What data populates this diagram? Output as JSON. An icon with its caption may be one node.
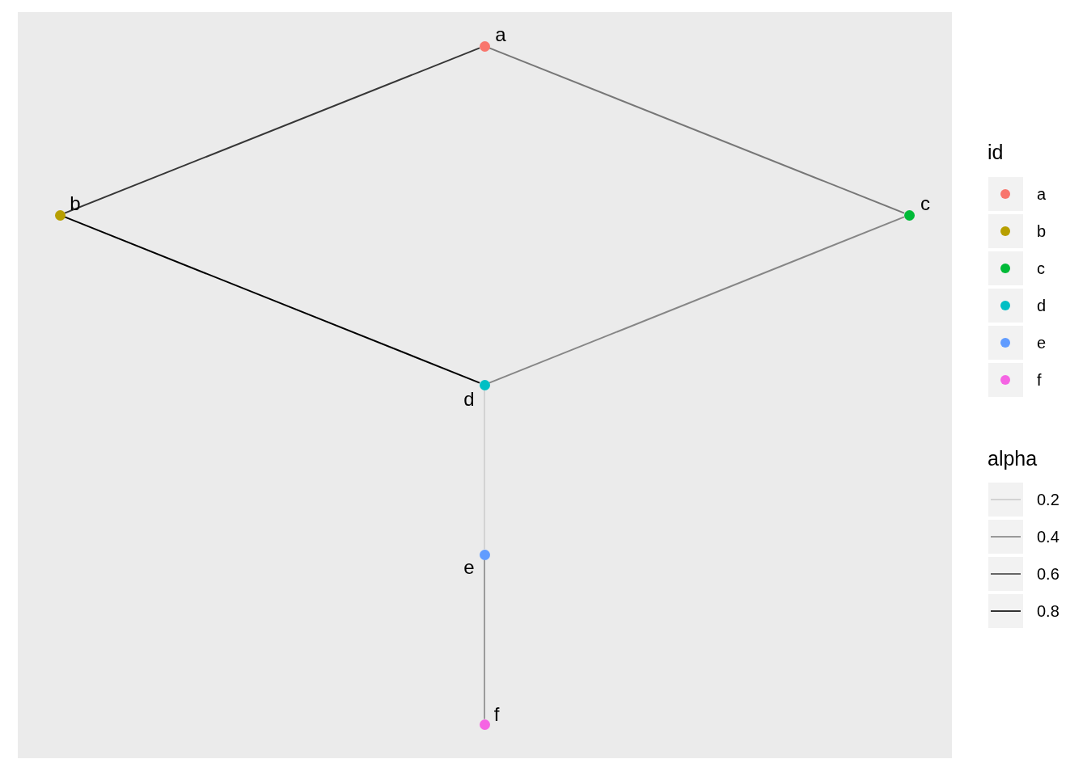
{
  "diagram": {
    "nodes": [
      {
        "text": [],
        "shape": "circle",
        "beside": [
          "a"
        ]
      },
      {
        "text": [],
        "shape": "circle",
        "beside": [
          "b"
        ]
      },
      {
        "text": [],
        "shape": "circle",
        "beside": [
          "c"
        ]
      },
      {
        "text": [],
        "shape": "circle",
        "beside": [
          "d"
        ]
      },
      {
        "text": [],
        "shape": "circle",
        "beside": [
          "e"
        ]
      },
      {
        "text": [],
        "shape": "circle",
        "beside": [
          "f"
        ]
      }
    ],
    "edges": [
      {
        "from": 0,
        "to": 1,
        "arrow": "none",
        "color": "#363636"
      },
      {
        "from": 0,
        "to": 2,
        "arrow": "none",
        "color": "#777777"
      },
      {
        "from": 1,
        "to": 3,
        "arrow": "none",
        "color": "#000000"
      },
      {
        "from": 2,
        "to": 3,
        "arrow": "none",
        "color": "#868686"
      },
      {
        "from": 3,
        "to": 4,
        "arrow": "none",
        "color": "#d3d3d3"
      },
      {
        "from": 4,
        "to": 5,
        "arrow": "none",
        "color": "#9b9b9b"
      }
    ],
    "labels": [
      "id",
      "alpha"
    ],
    "legend": [
      {
        "text": "a",
        "color": "#f8766d"
      },
      {
        "text": "b",
        "color": "#b79f00"
      },
      {
        "text": "c",
        "color": "#00ba38"
      },
      {
        "text": "d",
        "color": "#00bfc4"
      },
      {
        "text": "e",
        "color": "#619cff"
      },
      {
        "text": "f",
        "color": "#f564e3"
      },
      {
        "text": "0.2"
      },
      {
        "text": "0.4"
      },
      {
        "text": "0.6"
      },
      {
        "text": "0.8"
      }
    ]
  }
}
